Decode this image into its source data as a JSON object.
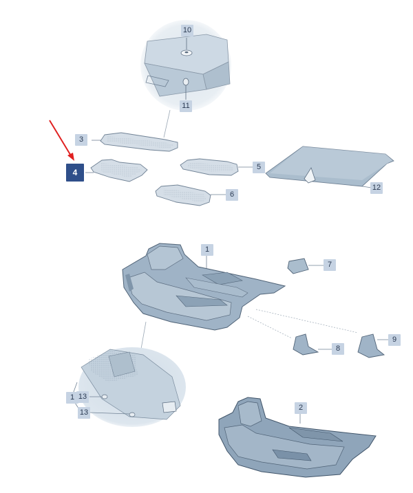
{
  "labels": {
    "n10": "10",
    "n11": "11",
    "n3": "3",
    "n4": "4",
    "n5": "5",
    "n6": "6",
    "n12": "12",
    "n1a": "1",
    "n7": "7",
    "n8": "8",
    "n9": "9",
    "n1b": "1",
    "n13a": "13",
    "n13b": "13",
    "n2": "2"
  },
  "colors": {
    "highlight": "#2f4f8a",
    "label_bg": "#c6d3e3",
    "part_fill": "#9fb3c6",
    "arrow": "#e02020"
  }
}
